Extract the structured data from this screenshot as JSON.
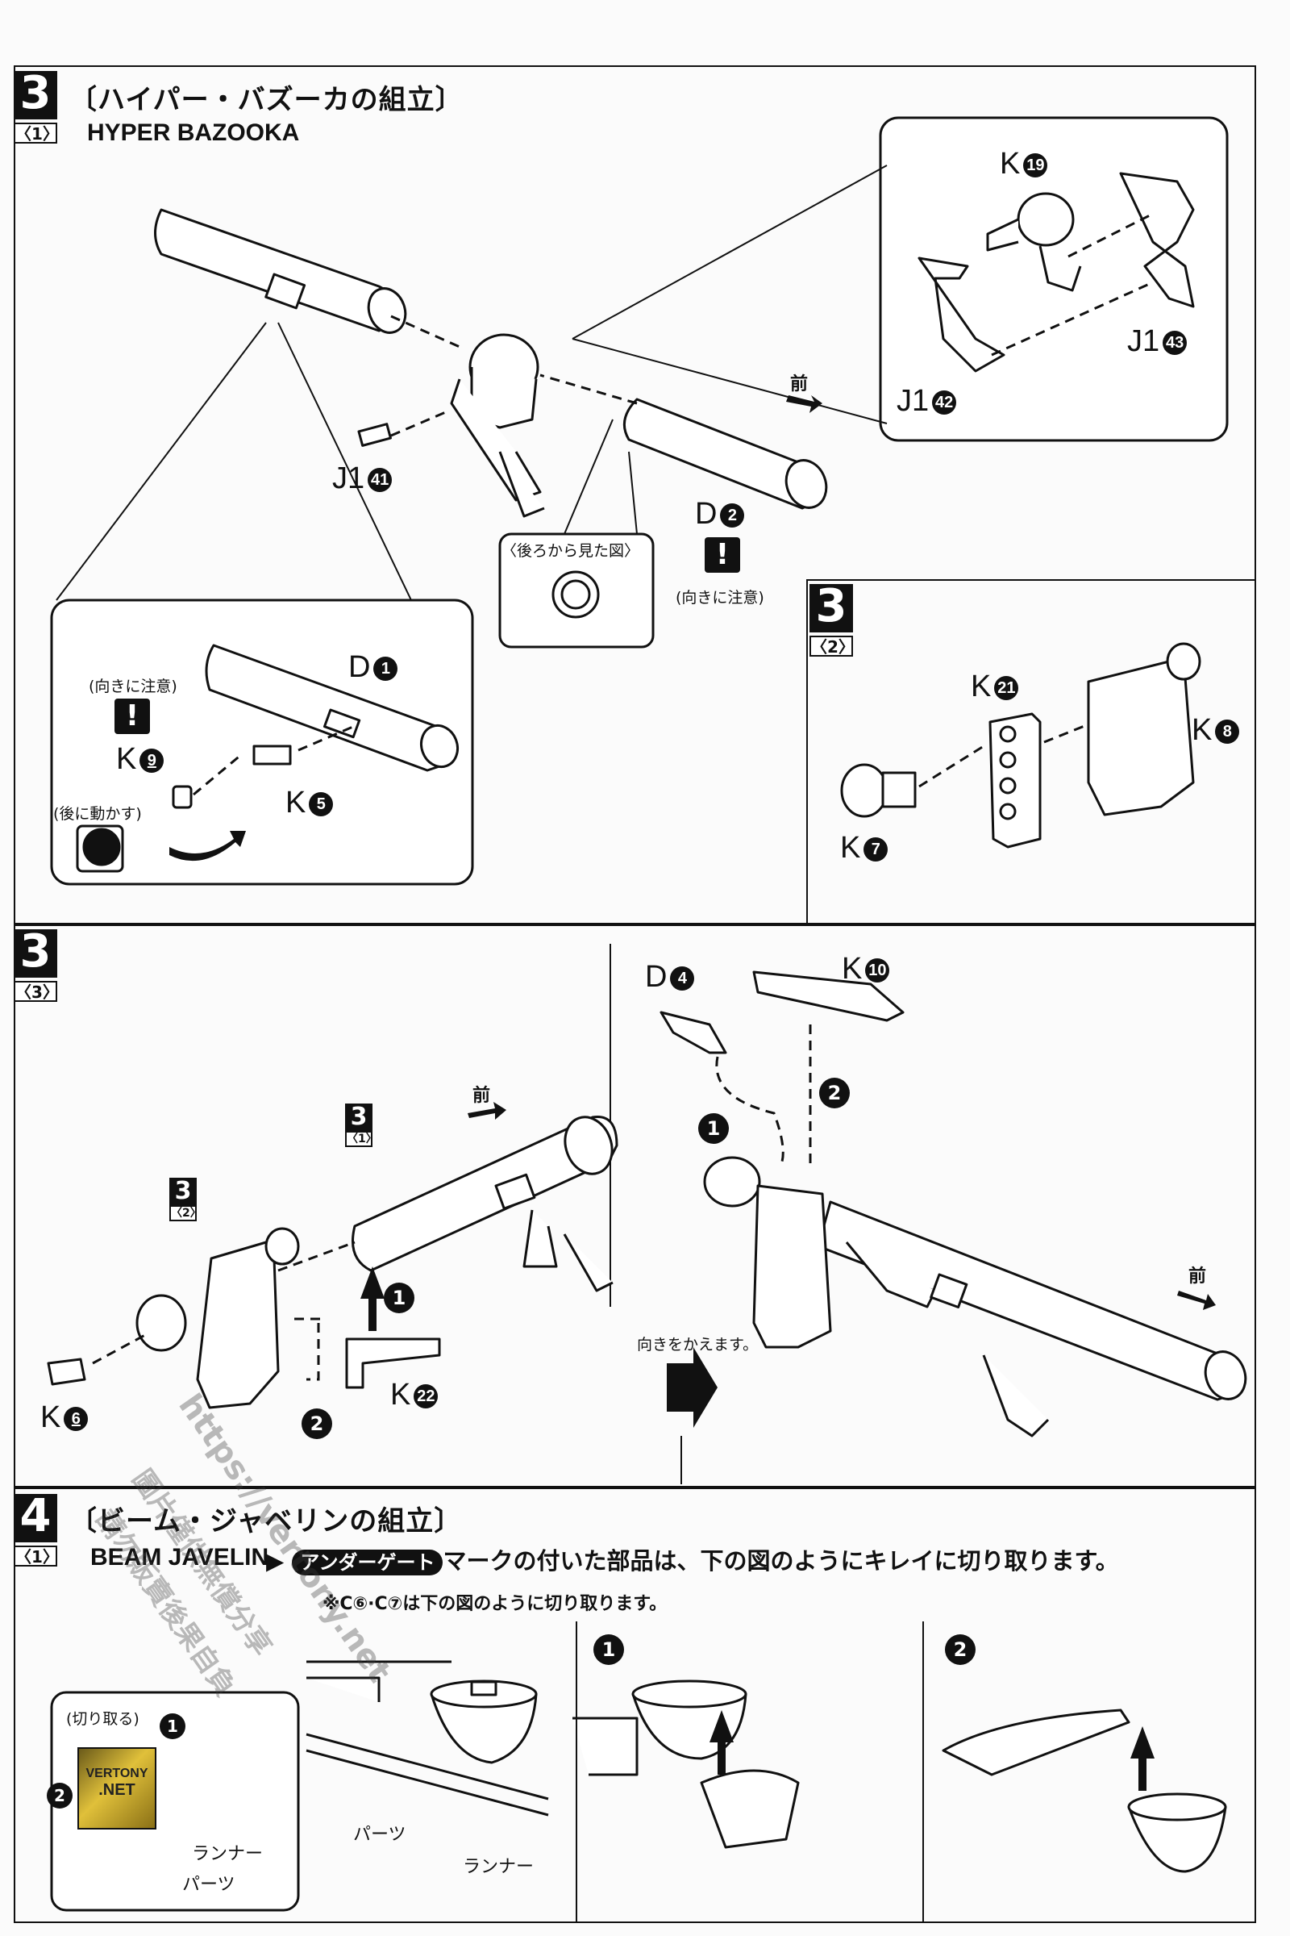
{
  "step3_1": {
    "step_number": "3",
    "sub_label": "〈1〉",
    "title_jp": "〔ハイパー・バズーカの組立〕",
    "title_en": "HYPER BAZOOKA",
    "parts": {
      "k19": {
        "letter": "K",
        "num": "19"
      },
      "j1_43": {
        "letter": "J1",
        "num": "43"
      },
      "j1_42": {
        "letter": "J1",
        "num": "42"
      },
      "j1_41": {
        "letter": "J1",
        "num": "41"
      },
      "d2": {
        "letter": "D",
        "num": "2"
      },
      "d1": {
        "letter": "D",
        "num": "1"
      },
      "k9": {
        "letter": "K",
        "num": "9"
      },
      "k5": {
        "letter": "K",
        "num": "5"
      }
    },
    "front_label": "前",
    "rear_view_label": "〈後ろから見た図〉",
    "orientation_note": "(向きに注意)",
    "move_back_note": "(後に動かす)",
    "warning_mark": "!"
  },
  "step3_2": {
    "step_number": "3",
    "sub_label": "〈2〉",
    "parts": {
      "k21": {
        "letter": "K",
        "num": "21"
      },
      "k8": {
        "letter": "K",
        "num": "8"
      },
      "k7": {
        "letter": "K",
        "num": "7"
      }
    }
  },
  "step3_3": {
    "step_number": "3",
    "sub_label": "〈3〉",
    "parts": {
      "d4": {
        "letter": "D",
        "num": "4"
      },
      "k10": {
        "letter": "K",
        "num": "10"
      },
      "k22": {
        "letter": "K",
        "num": "22"
      },
      "k6": {
        "letter": "K",
        "num": "6"
      }
    },
    "ref_3_1": {
      "n": "3",
      "s": "〈1〉"
    },
    "ref_3_2": {
      "n": "3",
      "s": "〈2〉"
    },
    "front_label": "前",
    "turn_label": "向きをかえます。",
    "order": [
      "1",
      "2"
    ]
  },
  "step4_1": {
    "step_number": "4",
    "sub_label": "〈1〉",
    "title_jp": "〔ビーム・ジャベリンの組立〕",
    "title_en": "BEAM JAVELIN",
    "instruction_prefix": "▶",
    "instruction_tag": "アンダーゲート",
    "instruction_text": "マークの付いた部品は、下の図のようにキレイに切り取ります。",
    "sub_instruction": "※C⑥·C⑦は下の図のように切り取ります。",
    "cut_label": "(切り取る)",
    "runner_label": "ランナー",
    "parts_label": "パーツ",
    "steps": [
      "1",
      "2"
    ]
  },
  "logo": {
    "line1": "VERTONY",
    "line2": ".NET"
  },
  "watermark": {
    "url": "https://vertony.net",
    "note1": "圖片僅供無償分享",
    "note2": "請勿販賣後果自負"
  }
}
